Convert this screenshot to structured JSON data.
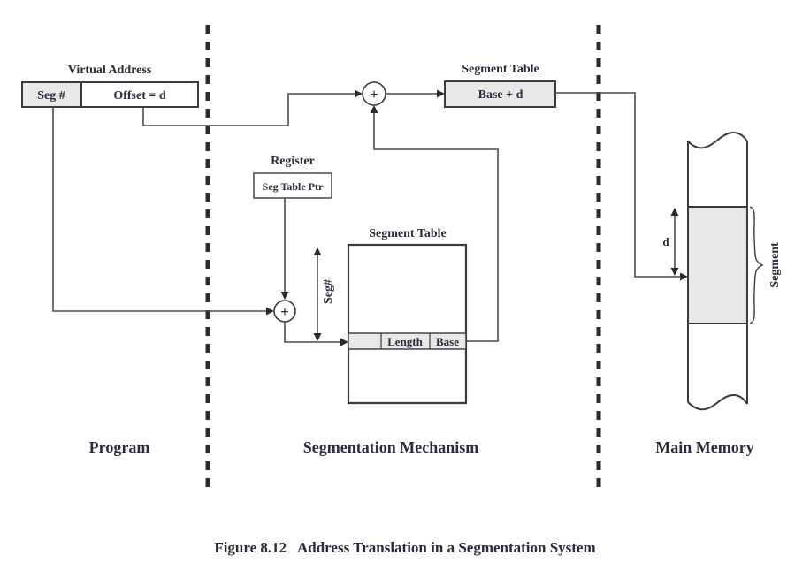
{
  "regions": {
    "program": "Program",
    "mechanism": "Segmentation Mechanism",
    "memory": "Main Memory"
  },
  "virtual_address": {
    "title": "Virtual Address",
    "seg_field": "Seg #",
    "offset_field": "Offset = d"
  },
  "register": {
    "title": "Register",
    "content": "Seg Table Ptr"
  },
  "segment_table": {
    "title": "Segment Table",
    "row_length": "Length",
    "row_base": "Base",
    "index_label": "Seg#"
  },
  "result_box": {
    "title": "Segment Table",
    "content": "Base + d"
  },
  "adders": {
    "symbol": "+"
  },
  "memory": {
    "offset_label": "d",
    "segment_label": "Segment"
  },
  "caption": "Figure 8.12   Address Translation in a Segmentation System",
  "colors": {
    "shaded_fill": "#e8e8e8",
    "line": "#4a4a52",
    "text": "#2b2b3a"
  }
}
